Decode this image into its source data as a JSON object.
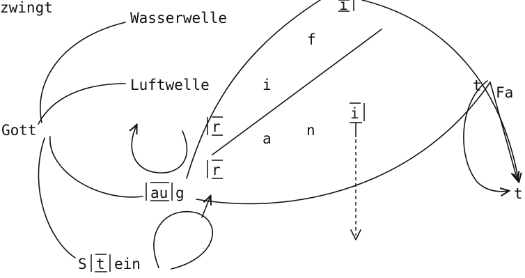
{
  "labels": {
    "zwingt": "zwingt",
    "wasserwelle": "Wasserwelle",
    "luftwelle": "Luftwelle",
    "gott": "Gott",
    "stein_s": "S",
    "stein_t": "t",
    "stein_ein": "ein",
    "au": "au",
    "g": "g",
    "r_upper": "r",
    "r_lower": "r",
    "i_top": "i",
    "i_right": "i",
    "f": "f",
    "i_mid": "i",
    "a": "a",
    "n": "n",
    "t_right": "t",
    "fa": "Fa",
    "t_bottom": "t"
  },
  "colors": {
    "ink": "#111111",
    "background": "#ffffff"
  }
}
